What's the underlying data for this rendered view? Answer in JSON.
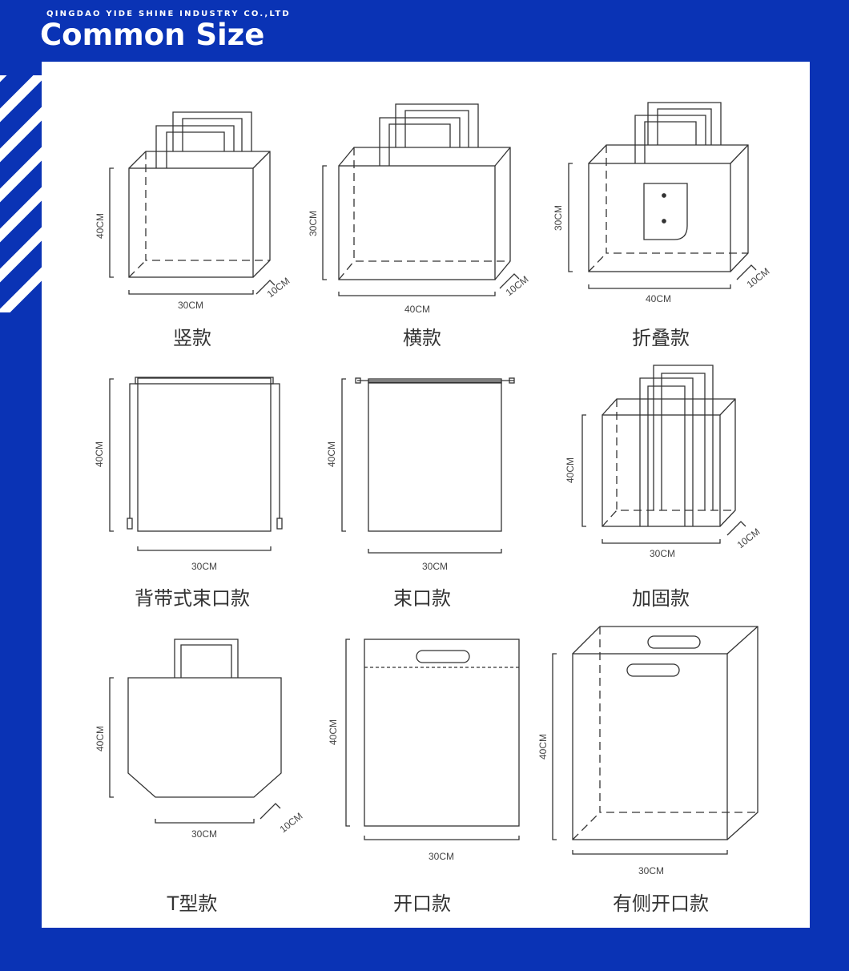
{
  "header": {
    "company": "QINGDAO YIDE SHINE INDUSTRY CO.,LTD",
    "title": "Common Size"
  },
  "bags": [
    {
      "name": "竖款",
      "width": "30CM",
      "height": "40CM",
      "depth": "10CM"
    },
    {
      "name": "横款",
      "width": "40CM",
      "height": "30CM",
      "depth": "10CM"
    },
    {
      "name": "折叠款",
      "width": "40CM",
      "height": "30CM",
      "depth": "10CM"
    },
    {
      "name": "背带式束口款",
      "width": "30CM",
      "height": "40CM"
    },
    {
      "name": "束口款",
      "width": "30CM",
      "height": "40CM"
    },
    {
      "name": "加固款",
      "width": "30CM",
      "height": "40CM",
      "depth": "10CM"
    },
    {
      "name": "T型款",
      "width": "30CM",
      "height": "40CM",
      "depth": "10CM"
    },
    {
      "name": "开口款",
      "width": "30CM",
      "height": "40CM"
    },
    {
      "name": "有侧开口款",
      "width": "30CM",
      "height": "40CM"
    }
  ],
  "colors": {
    "background": "#0a33b5",
    "panel": "#ffffff",
    "line": "#333333"
  }
}
